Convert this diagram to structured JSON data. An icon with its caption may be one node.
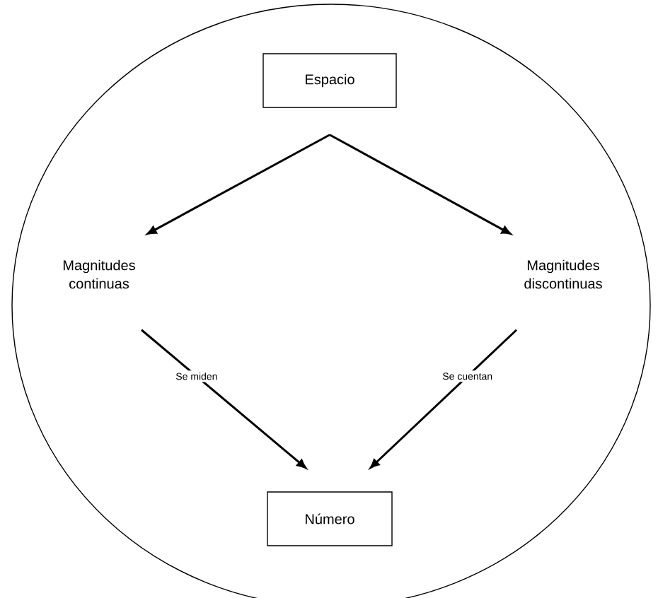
{
  "diagram": {
    "nodes": [
      {
        "text": [],
        "shape": "ellipse"
      },
      {
        "text": [
          "Espacio"
        ],
        "in": 0
      },
      {
        "text": [
          "Magnitudes continuas"
        ],
        "in": 0
      },
      {
        "text": [
          "Magnitudes discontinuas"
        ],
        "in": 0
      },
      {
        "text": [
          "Número"
        ],
        "in": 0
      }
    ],
    "edges": [
      {
        "from": 1,
        "to": 2,
        "arrow": "to"
      },
      {
        "from": 1,
        "to": 3,
        "arrow": "to"
      },
      {
        "from": 2,
        "to": 4,
        "arrow": "to",
        "label": "Se miden"
      },
      {
        "from": 3,
        "to": 4,
        "arrow": "to",
        "label": "Se cuentan"
      }
    ]
  }
}
